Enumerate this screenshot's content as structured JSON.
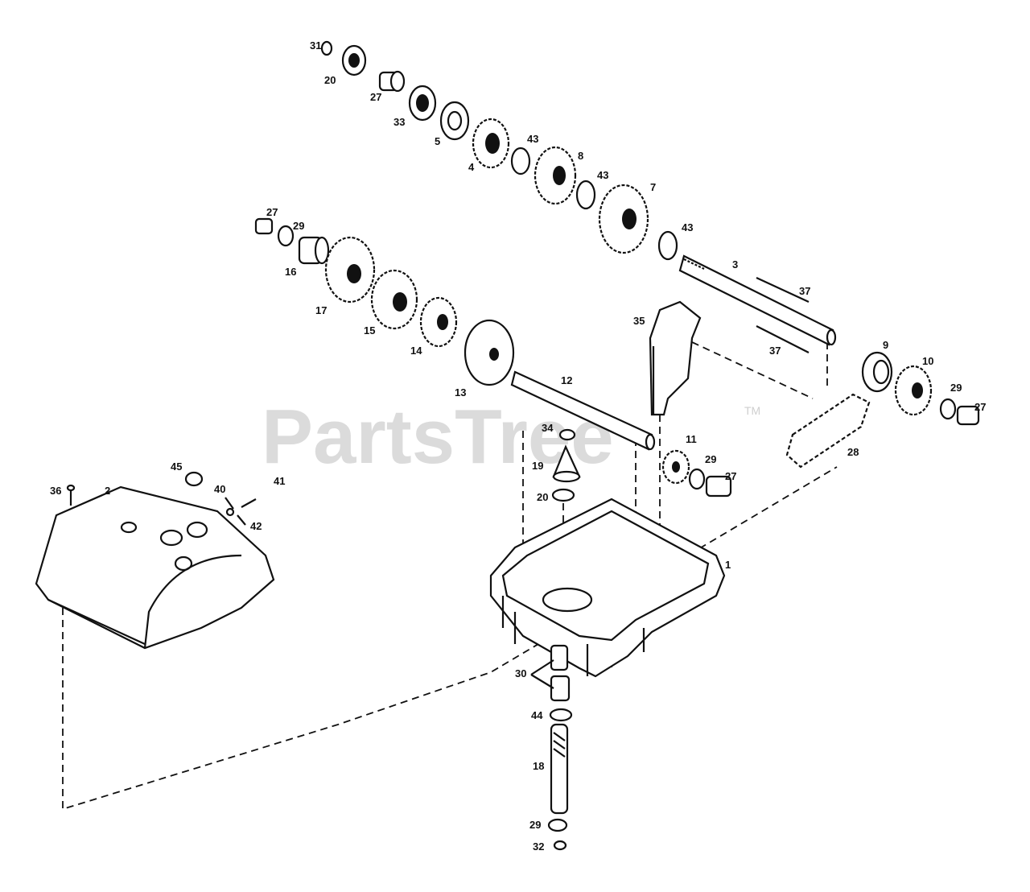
{
  "watermark": {
    "text": "PartsTree",
    "tm": "TM"
  },
  "callouts": [
    {
      "id": "c31a",
      "text": "31"
    },
    {
      "id": "c20",
      "text": "20"
    },
    {
      "id": "c27a",
      "text": "27"
    },
    {
      "id": "c33",
      "text": "33"
    },
    {
      "id": "c5",
      "text": "5"
    },
    {
      "id": "c4",
      "text": "4"
    },
    {
      "id": "c43a",
      "text": "43"
    },
    {
      "id": "c8",
      "text": "8"
    },
    {
      "id": "c43b",
      "text": "43"
    },
    {
      "id": "c7",
      "text": "7"
    },
    {
      "id": "c43c",
      "text": "43"
    },
    {
      "id": "c3",
      "text": "3"
    },
    {
      "id": "c37a",
      "text": "37"
    },
    {
      "id": "c37b",
      "text": "37"
    },
    {
      "id": "c27b",
      "text": "27"
    },
    {
      "id": "c29a",
      "text": "29"
    },
    {
      "id": "c16",
      "text": "16"
    },
    {
      "id": "c17",
      "text": "17"
    },
    {
      "id": "c15",
      "text": "15"
    },
    {
      "id": "c14",
      "text": "14"
    },
    {
      "id": "c13",
      "text": "13"
    },
    {
      "id": "c12",
      "text": "12"
    },
    {
      "id": "c35",
      "text": "35"
    },
    {
      "id": "c9",
      "text": "9"
    },
    {
      "id": "c10",
      "text": "10"
    },
    {
      "id": "c29b",
      "text": "29"
    },
    {
      "id": "c27c",
      "text": "27"
    },
    {
      "id": "c28",
      "text": "28"
    },
    {
      "id": "c34",
      "text": "34"
    },
    {
      "id": "c19",
      "text": "19"
    },
    {
      "id": "c20b",
      "text": "20"
    },
    {
      "id": "c11",
      "text": "11"
    },
    {
      "id": "c29c",
      "text": "29"
    },
    {
      "id": "c27d",
      "text": "27"
    },
    {
      "id": "c1",
      "text": "1"
    },
    {
      "id": "c36",
      "text": "36"
    },
    {
      "id": "c2",
      "text": "2"
    },
    {
      "id": "c45",
      "text": "45"
    },
    {
      "id": "c40",
      "text": "40"
    },
    {
      "id": "c41",
      "text": "41"
    },
    {
      "id": "c42",
      "text": "42"
    },
    {
      "id": "c30",
      "text": "30"
    },
    {
      "id": "c44",
      "text": "44"
    },
    {
      "id": "c18",
      "text": "18"
    },
    {
      "id": "c29d",
      "text": "29"
    },
    {
      "id": "c32",
      "text": "32"
    }
  ]
}
